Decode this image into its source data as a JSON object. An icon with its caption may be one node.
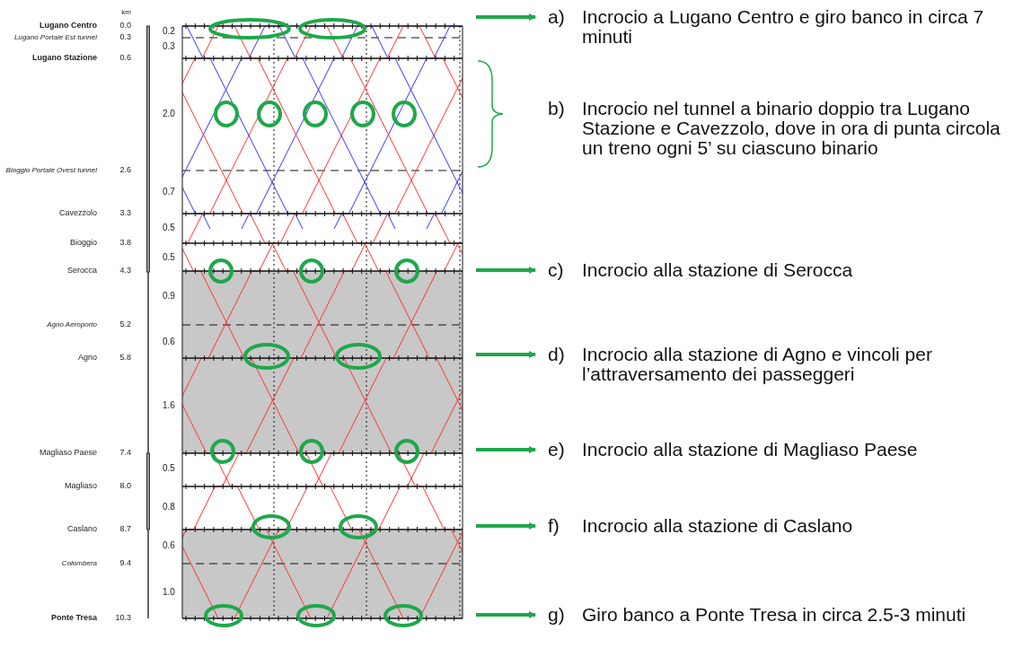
{
  "diagram": {
    "nodes": [
      {
        "text": [
          "a)",
          "Incrocio a Lugano Centro e giro banco in circa 7 minuti"
        ]
      },
      {
        "text": [
          "b)",
          "Incrocio nel tunnel a binario doppio tra Lugano Stazione e Cavezzolo, dove in ora di punta circola un treno ogni 5’ su ciascuno binario"
        ]
      },
      {
        "text": [
          "c)",
          "Incrocio alla stazione di Serocca"
        ]
      },
      {
        "text": [
          "d)",
          "Incrocio alla stazione di Agno e vincoli per l’attraversamento dei passeggeri"
        ]
      },
      {
        "text": [
          "e)",
          "Incrocio alla stazione di Magliaso Paese"
        ]
      },
      {
        "text": [
          "f)",
          "Incrocio alla stazione di Caslano"
        ]
      },
      {
        "text": [
          "g)",
          "Giro banco a Ponte Tresa in circa 2.5-3 minuti"
        ]
      }
    ],
    "edges": [
      {
        "from": null,
        "to": 0,
        "arrow": "to"
      },
      {
        "from": null,
        "to": 2,
        "arrow": "to"
      },
      {
        "from": null,
        "to": 3,
        "arrow": "to"
      },
      {
        "from": null,
        "to": 4,
        "arrow": "to"
      },
      {
        "from": null,
        "to": 5,
        "arrow": "to"
      },
      {
        "from": null,
        "to": 6,
        "arrow": "to"
      }
    ],
    "labels": [
      "km",
      "Lugano Centro",
      "0.0",
      "0.2",
      "Lugano Portale Est tunnel",
      "0.3",
      "0.3",
      "Lugano Stazione",
      "0.6",
      "2.0",
      "Bioggio Portale Ovest tunnel",
      "2.6",
      "0.7",
      "Cavezzolo",
      "3.3",
      "0.5",
      "Bioggio",
      "3.8",
      "0.5",
      "Serocca",
      "4.3",
      "0.9",
      "Agno Aeroporto",
      "5.2",
      "0.6",
      "Agno",
      "5.8",
      "1.6",
      "Magliaso Paese",
      "7.4",
      "0.5",
      "Magliaso",
      "8.0",
      "0.8",
      "Caslano",
      "8.7",
      "0.6",
      "Colombera",
      "9.4",
      "1.0",
      "Ponte Tresa",
      "10.3"
    ]
  }
}
